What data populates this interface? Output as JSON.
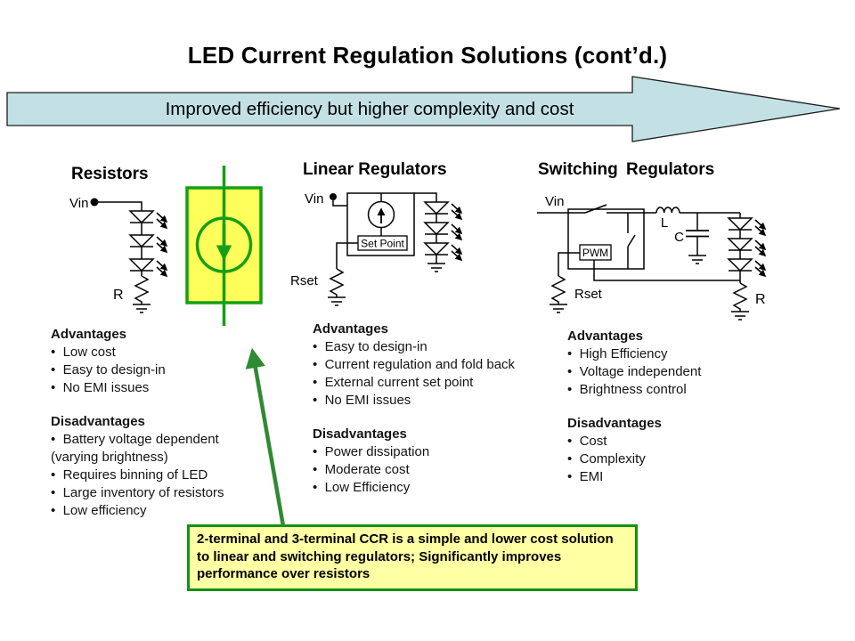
{
  "title": "LED Current Regulation Solutions (cont’d.)",
  "banner": {
    "label": "Improved efficiency but higher complexity and cost",
    "fill": "#c3e1e5"
  },
  "labels": {
    "advantages": "Advantages",
    "disadvantages": "Disadvantages"
  },
  "columns": [
    {
      "heading": "Resistors",
      "circuit_labels": {
        "vin": "Vin",
        "r": "R"
      },
      "advantages": [
        "Low cost",
        "Easy to design-in",
        "No EMI issues"
      ],
      "disadvantages": [
        "Battery voltage dependent (varying brightness)",
        "Requires binning of LED",
        "Large inventory of resistors",
        "Low efficiency"
      ]
    },
    {
      "heading": "Linear Regulators",
      "circuit_labels": {
        "vin": "Vin",
        "rset": "Rset",
        "set_point": "Set Point"
      },
      "advantages": [
        "Easy to design-in",
        "Current regulation and fold back",
        "External current set point",
        "No EMI issues"
      ],
      "disadvantages": [
        "Power dissipation",
        "Moderate cost",
        "Low Efficiency"
      ]
    },
    {
      "heading": "Switching Regulators",
      "circuit_labels": {
        "vin": "Vin",
        "rset": "Rset",
        "pwm": "PWM",
        "l": "L",
        "c": "C",
        "r": "R"
      },
      "advantages": [
        "High Efficiency",
        "Voltage independent",
        "Brightness control"
      ],
      "disadvantages": [
        "Cost",
        "Complexity",
        "EMI"
      ]
    }
  ],
  "callout": {
    "text": "2-terminal and 3-terminal CCR is a simple and lower cost solution to linear and switching regulators; Significantly improves performance over resistors"
  },
  "colors": {
    "banner_fill": "#c3e1e5",
    "ccr_yellow": "#ffff5c",
    "ccr_green": "#14a014",
    "annotation_arrow_green": "#2f8b31",
    "callout_bg": "#ffffa3",
    "callout_border": "#149114"
  }
}
